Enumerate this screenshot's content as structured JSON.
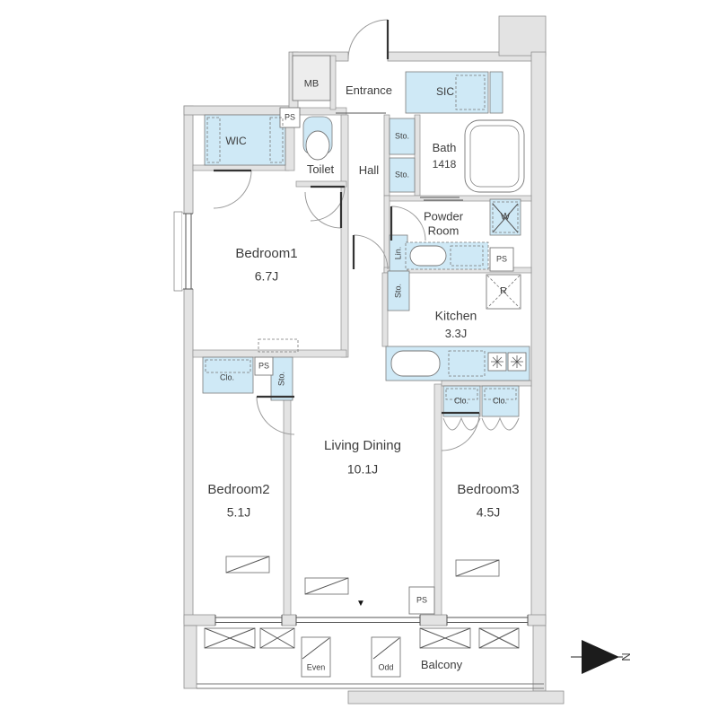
{
  "plan": {
    "rooms": {
      "bedroom1": {
        "name": "Bedroom1",
        "size": "6.7J"
      },
      "bedroom2": {
        "name": "Bedroom2",
        "size": "5.1J"
      },
      "bedroom3": {
        "name": "Bedroom3",
        "size": "4.5J"
      },
      "living_dining": {
        "name": "Living Dining",
        "size": "10.1J"
      },
      "kitchen": {
        "name": "Kitchen",
        "size": "3.3J"
      },
      "bath": {
        "name": "Bath",
        "size": "1418"
      },
      "powder_room": {
        "name": "Powder Room"
      },
      "toilet": {
        "name": "Toilet"
      },
      "hall": {
        "name": "Hall"
      },
      "entrance": {
        "name": "Entrance"
      },
      "wic": {
        "name": "WIC"
      },
      "sic": {
        "name": "SIC"
      },
      "balcony": {
        "name": "Balcony"
      }
    },
    "fixtures": {
      "meter_box": "MB",
      "pipe_space": "PS",
      "storage": "Sto.",
      "closet": "Clo.",
      "linen": "Lin.",
      "washer": "W",
      "refrigerator": "R"
    },
    "markers": {
      "even": "Even",
      "odd": "Odd",
      "north": "N",
      "section_pointer": "▼"
    },
    "colors": {
      "wall_fill": "#e3e3e3",
      "fixture_fill": "#cfe9f6",
      "line": "#555555"
    }
  }
}
